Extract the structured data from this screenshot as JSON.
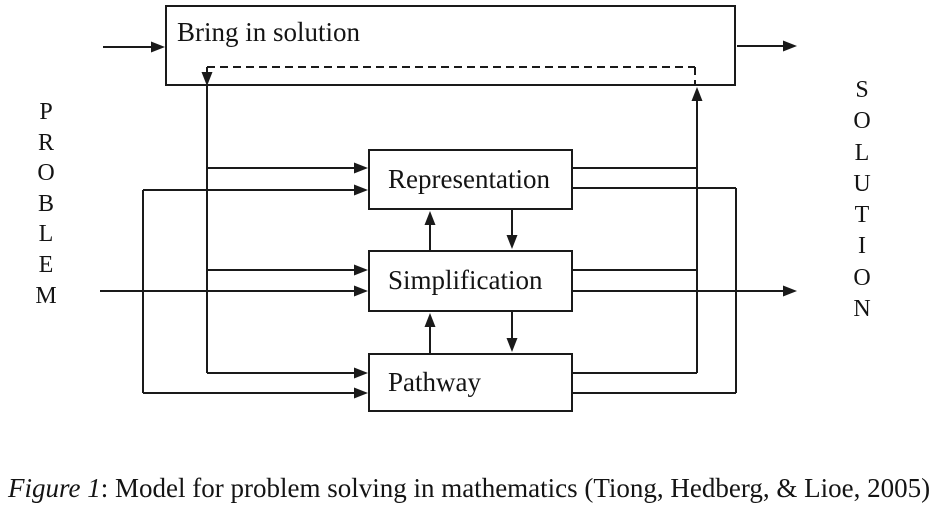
{
  "figure": {
    "caption": {
      "label": "Figure 1",
      "rest": ": Model for problem solving in mathematics (Tiong, Hedberg, & Lioe, 2005)"
    }
  },
  "diagram": {
    "left_label": "PROBLEM",
    "right_label": "SOLUTION",
    "nodes": {
      "bring_in_solution": {
        "label": "Bring in solution"
      },
      "representation": {
        "label": "Representation"
      },
      "simplification": {
        "label": "Simplification"
      },
      "pathway": {
        "label": "Pathway"
      }
    },
    "colors": {
      "line": "#1a1a1a",
      "background": "#ffffff",
      "text": "#141414"
    }
  }
}
